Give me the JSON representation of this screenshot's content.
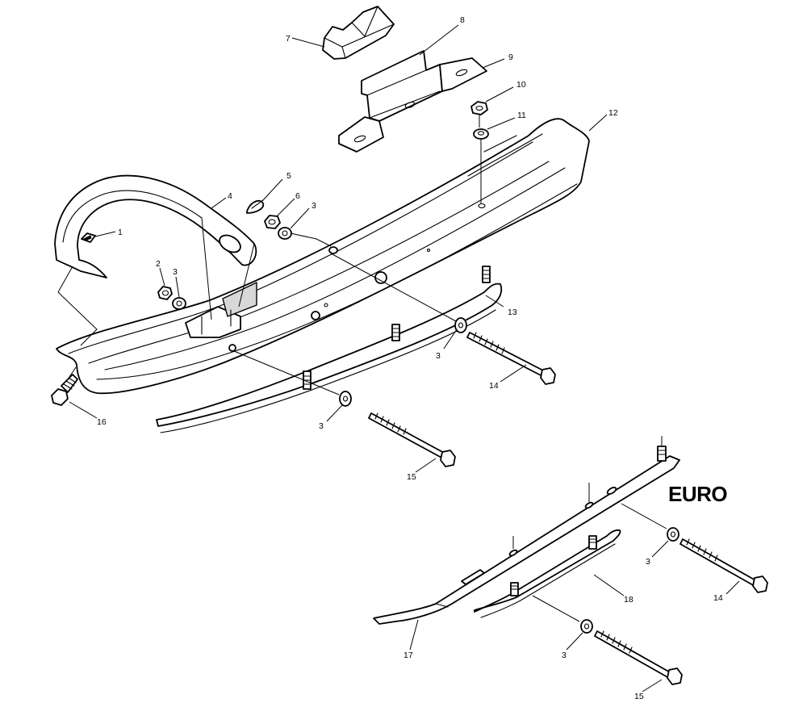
{
  "region_label": "EURO",
  "callouts": [
    {
      "id": "c-1",
      "text": "1"
    },
    {
      "id": "c-2",
      "text": "2"
    },
    {
      "id": "c-3a",
      "text": "3"
    },
    {
      "id": "c-4",
      "text": "4"
    },
    {
      "id": "c-5",
      "text": "5"
    },
    {
      "id": "c-6",
      "text": "6"
    },
    {
      "id": "c-3b",
      "text": "3"
    },
    {
      "id": "c-7",
      "text": "7"
    },
    {
      "id": "c-8",
      "text": "8"
    },
    {
      "id": "c-9",
      "text": "9"
    },
    {
      "id": "c-10",
      "text": "10"
    },
    {
      "id": "c-11",
      "text": "11"
    },
    {
      "id": "c-12",
      "text": "12"
    },
    {
      "id": "c-13",
      "text": "13"
    },
    {
      "id": "c-3c",
      "text": "3"
    },
    {
      "id": "c-14a",
      "text": "14"
    },
    {
      "id": "c-16",
      "text": "16"
    },
    {
      "id": "c-3d",
      "text": "3"
    },
    {
      "id": "c-15a",
      "text": "15"
    },
    {
      "id": "c-3e",
      "text": "3"
    },
    {
      "id": "c-14b",
      "text": "14"
    },
    {
      "id": "c-18",
      "text": "18"
    },
    {
      "id": "c-3f",
      "text": "3"
    },
    {
      "id": "c-17",
      "text": "17"
    },
    {
      "id": "c-15b",
      "text": "15"
    }
  ]
}
